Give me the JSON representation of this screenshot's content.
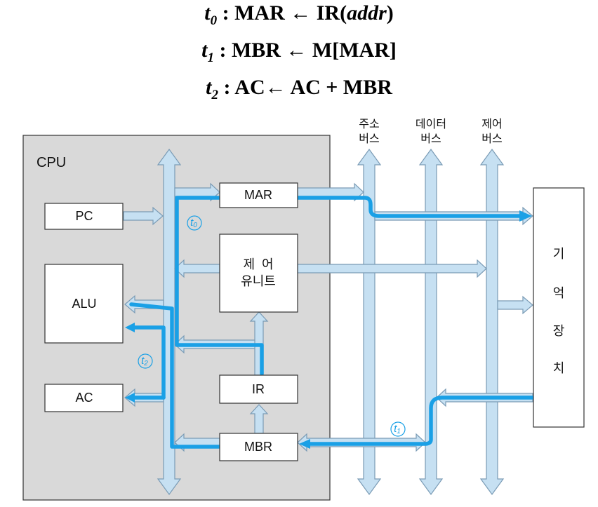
{
  "equations": [
    {
      "t": "t",
      "sub": "0",
      "pre": " : MAR ← IR(",
      "arg": "addr",
      "post": ")"
    },
    {
      "t": "t",
      "sub": "1",
      "pre": " : MBR ← M[MAR]",
      "arg": "",
      "post": ""
    },
    {
      "t": "t",
      "sub": "2",
      "pre": " : AC← AC + MBR",
      "arg": "",
      "post": ""
    }
  ],
  "cpu_label": "CPU",
  "registers": {
    "pc": "PC",
    "alu": "ALU",
    "ac": "AC",
    "mar": "MAR",
    "ir": "IR",
    "mbr": "MBR",
    "control_line1": "제  어",
    "control_line2": "유니트"
  },
  "buses": {
    "address_line1": "주소",
    "address_line2": "버스",
    "data_line1": "데이터",
    "data_line2": "버스",
    "control_line1": "제어",
    "control_line2": "버스"
  },
  "memory": [
    "기",
    "억",
    "장",
    "치"
  ],
  "time_labels": {
    "t0": "t",
    "t0_sub": "0",
    "t1": "t",
    "t1_sub": "1",
    "t2": "t",
    "t2_sub": "2"
  },
  "colors": {
    "cpu_fill": "#d9d9d9",
    "bus_fill": "#c6e0f2",
    "bus_stroke": "#7a9bb5",
    "path": "#1aa0e6",
    "box_stroke": "#333333"
  }
}
